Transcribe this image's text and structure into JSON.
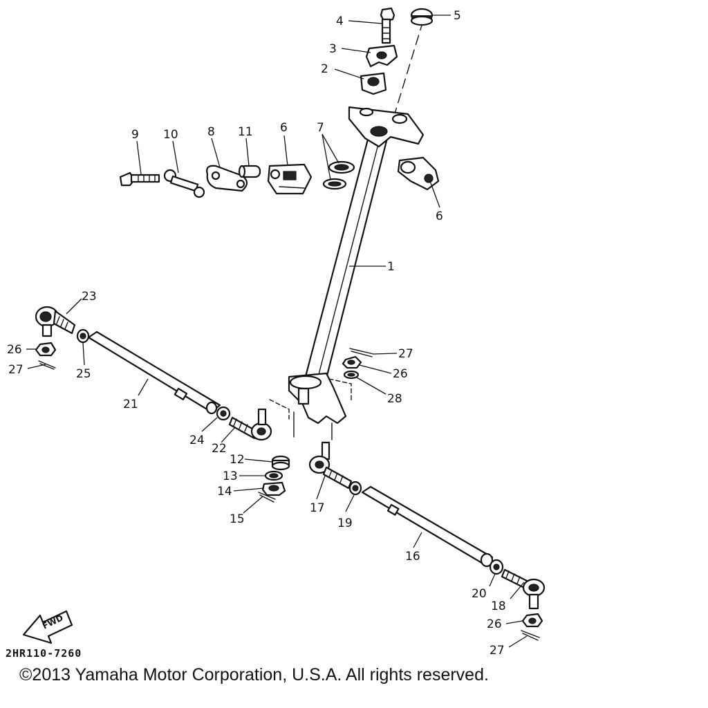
{
  "diagram": {
    "part_code": "2HR110-7260",
    "fwd_label": "FWD",
    "copyright": "©2013 Yamaha Motor Corporation, U.S.A. All rights reserved.",
    "callouts": [
      {
        "id": "c1",
        "label": "1"
      },
      {
        "id": "c2",
        "label": "2"
      },
      {
        "id": "c3",
        "label": "3"
      },
      {
        "id": "c4",
        "label": "4"
      },
      {
        "id": "c5",
        "label": "5"
      },
      {
        "id": "c6a",
        "label": "6"
      },
      {
        "id": "c6b",
        "label": "6"
      },
      {
        "id": "c7",
        "label": "7"
      },
      {
        "id": "c8",
        "label": "8"
      },
      {
        "id": "c9",
        "label": "9"
      },
      {
        "id": "c10",
        "label": "10"
      },
      {
        "id": "c11",
        "label": "11"
      },
      {
        "id": "c12",
        "label": "12"
      },
      {
        "id": "c13",
        "label": "13"
      },
      {
        "id": "c14",
        "label": "14"
      },
      {
        "id": "c15",
        "label": "15"
      },
      {
        "id": "c16",
        "label": "16"
      },
      {
        "id": "c17",
        "label": "17"
      },
      {
        "id": "c18",
        "label": "18"
      },
      {
        "id": "c19",
        "label": "19"
      },
      {
        "id": "c20",
        "label": "20"
      },
      {
        "id": "c21",
        "label": "21"
      },
      {
        "id": "c22",
        "label": "22"
      },
      {
        "id": "c23",
        "label": "23"
      },
      {
        "id": "c24",
        "label": "24"
      },
      {
        "id": "c25",
        "label": "25"
      },
      {
        "id": "c26a",
        "label": "26"
      },
      {
        "id": "c26b",
        "label": "26"
      },
      {
        "id": "c26c",
        "label": "26"
      },
      {
        "id": "c27a",
        "label": "27"
      },
      {
        "id": "c27b",
        "label": "27"
      },
      {
        "id": "c27c",
        "label": "27"
      },
      {
        "id": "c28",
        "label": "28"
      }
    ]
  }
}
